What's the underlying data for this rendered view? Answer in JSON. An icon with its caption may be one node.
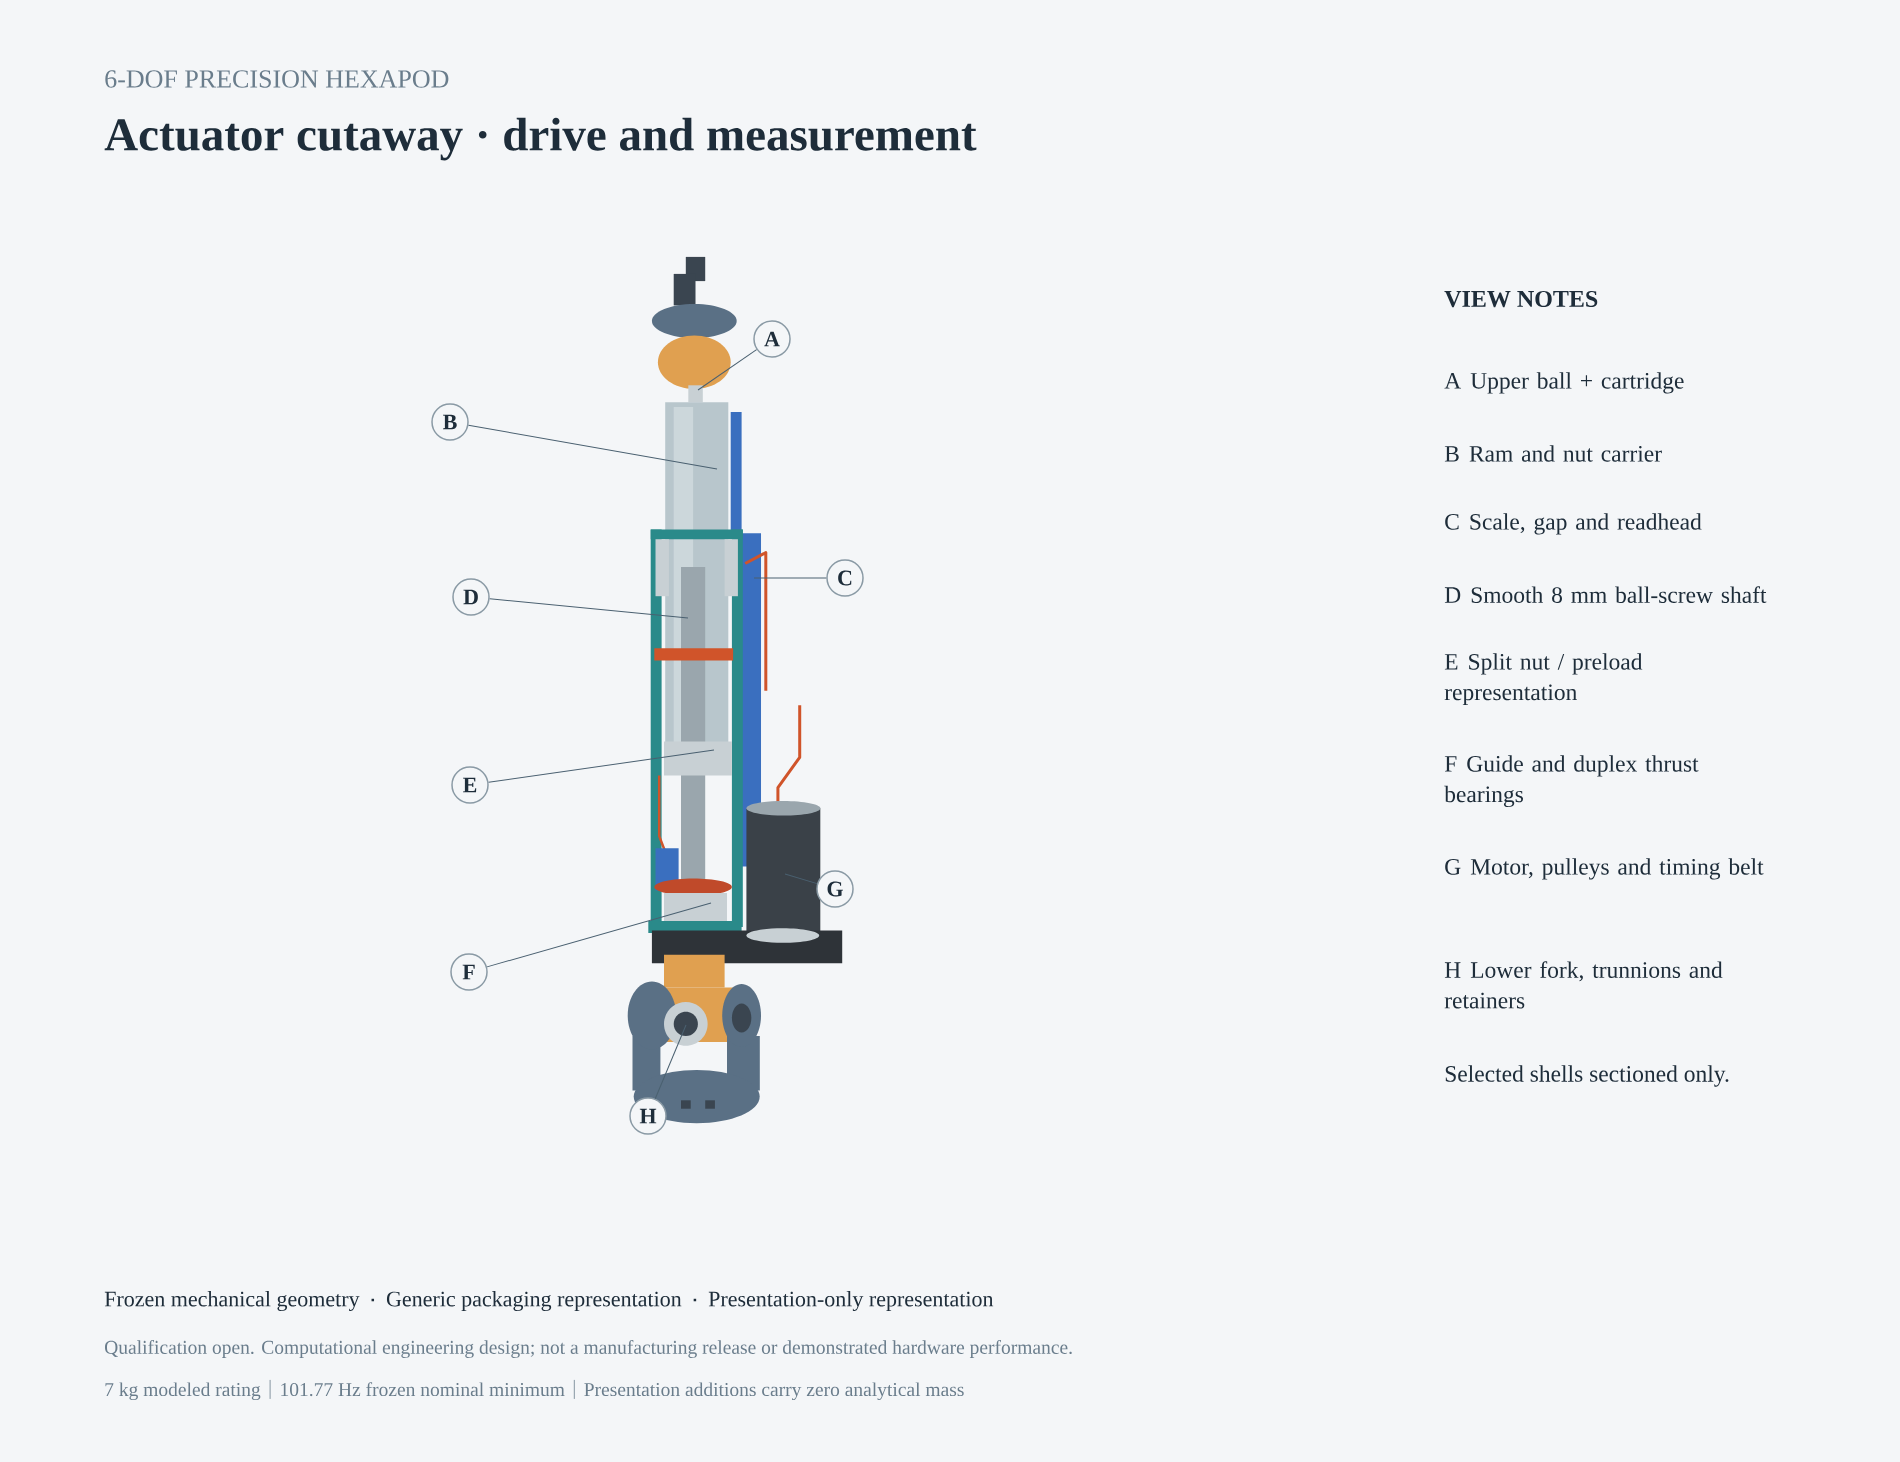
{
  "diagram": {
    "title": "Actuator cutaway · drive and measurement",
    "nodes": [
      {
        "text": [
          "A"
        ]
      },
      {
        "text": [
          "B"
        ]
      },
      {
        "text": [
          "C"
        ]
      },
      {
        "text": [
          "D"
        ]
      },
      {
        "text": [
          "E"
        ]
      },
      {
        "text": [
          "F"
        ]
      },
      {
        "text": [
          "G"
        ]
      },
      {
        "text": [
          "H"
        ]
      }
    ],
    "edges": [
      {
        "from": 0,
        "to": null,
        "arrow": "none"
      },
      {
        "from": 1,
        "to": null,
        "arrow": "none"
      },
      {
        "from": 2,
        "to": null,
        "arrow": "none"
      },
      {
        "from": 3,
        "to": null,
        "arrow": "none"
      },
      {
        "from": 4,
        "to": null,
        "arrow": "none"
      },
      {
        "from": 5,
        "to": null,
        "arrow": "none"
      },
      {
        "from": 6,
        "to": null,
        "arrow": "none"
      },
      {
        "from": 7,
        "to": null,
        "arrow": "none"
      }
    ],
    "labels": [
      "6-DOF PRECISION HEXAPOD",
      "VIEW NOTES",
      "A",
      "Upper ball + cartridge",
      "B",
      "Ram and nut carrier",
      "C",
      "Scale, gap and readhead",
      "D",
      "Smooth 8 mm ball-screw shaft",
      "E",
      "Split nut / preload representation",
      "F",
      "Guide and duplex thrust bearings",
      "G",
      "Motor, pulleys and timing belt",
      "H",
      "Lower fork, trunnions and retainers",
      "Selected shells sectioned only.",
      "Frozen mechanical geometry",
      "Generic packaging representation",
      "Presentation-only representation",
      "Qualification open. Computational engineering design; not a manufacturing release or demonstrated hardware performance.",
      "7 kg modeled rating",
      "101.77 Hz frozen nominal minimum",
      "Presentation additions carry zero analytical mass"
    ]
  }
}
